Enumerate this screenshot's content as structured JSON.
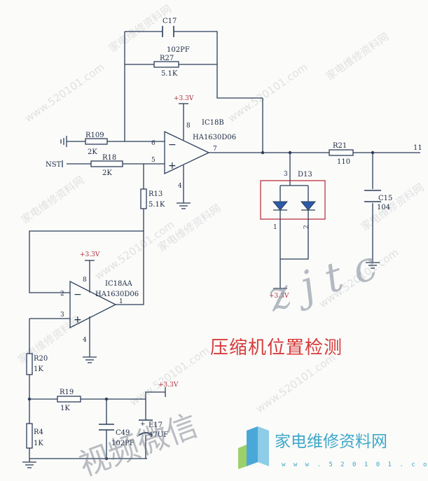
{
  "title_note": "压缩机位置检测",
  "watermark_text": "家电维修资料网",
  "watermark_url": "www.520101.com",
  "logo": {
    "cn": "家电维修资料网",
    "url": "w w w . 5 2 0 1 0 1 . c o m"
  },
  "components": {
    "C17": {
      "ref": "C17",
      "value": "102PF"
    },
    "R27": {
      "ref": "R27",
      "value": "5.1K"
    },
    "IC18B": {
      "ref": "IC18B",
      "part": "HA1630D06",
      "pin_in_neg": "6",
      "pin_in_pos": "5",
      "pin_out": "7",
      "pin_vcc": "8",
      "pin_gnd": "4"
    },
    "R109": {
      "ref": "R109",
      "value": "2K"
    },
    "R18": {
      "ref": "R18",
      "value": "2K"
    },
    "R13": {
      "ref": "R13",
      "value": "5.1K"
    },
    "R21": {
      "ref": "R21",
      "value": "110"
    },
    "D13": {
      "ref": "D13",
      "pin_top": "3",
      "pin_left": "1",
      "pin_right": "2"
    },
    "C15": {
      "ref": "C15",
      "value": "104"
    },
    "IC18A": {
      "ref": "IC18AA",
      "part": "HA1630D06",
      "pin_in_neg": "2",
      "pin_in_pos": "3",
      "pin_out": "1",
      "pin_vcc": "8",
      "pin_gnd": "4"
    },
    "R20": {
      "ref": "R20",
      "value": "1K"
    },
    "R19": {
      "ref": "R19",
      "value": "1K"
    },
    "R4": {
      "ref": "R4",
      "value": "1K"
    },
    "C49": {
      "ref": "C49",
      "value": "102PF"
    },
    "E17": {
      "ref": "E17",
      "value": "47UF"
    }
  },
  "nets": {
    "vcc": "+3.3V",
    "nst": "NST",
    "out_pin": "11"
  },
  "handwriting": {
    "scribble_1": "z j t c",
    "scribble_2": "视频微信"
  }
}
